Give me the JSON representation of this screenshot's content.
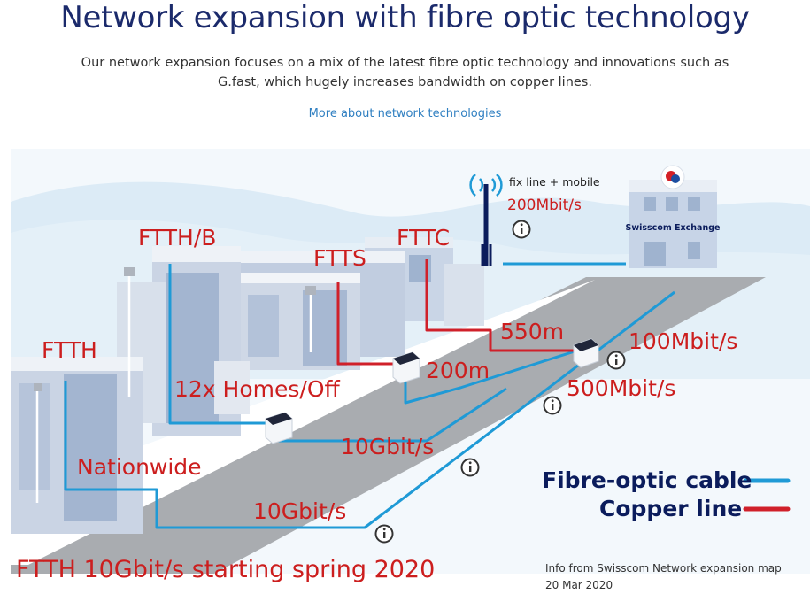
{
  "header": {
    "title": "Network expansion with fibre optic technology",
    "subtitle_line1": "Our network expansion focuses on a mix of the latest fibre optic technology and innovations such as",
    "subtitle_line2": "G.fast, which hugely increases bandwidth on copper lines.",
    "link": "More about network technologies"
  },
  "diagram": {
    "exchange_label": "Swisscom Exchange",
    "antenna_label": "fix line + mobile",
    "labels": {
      "ftth": "FTTH",
      "ftthb": "FTTH/B",
      "ftts": "FTTS",
      "fttc": "FTTC",
      "speed_mobile": "200Mbit/s",
      "dist_550": "550m",
      "dist_200": "200m",
      "speed_100": "100Mbit/s",
      "speed_500": "500Mbit/s",
      "homes": "12x Homes/Off",
      "speed_10g_a": "10Gbit/s",
      "speed_10g_b": "10Gbit/s",
      "nationwide": "Nationwide"
    }
  },
  "legend": {
    "fibre": "Fibre-optic cable",
    "copper": "Copper line",
    "fibre_color": "#1f9ad6",
    "copper_color": "#d0202a"
  },
  "footer": {
    "headline": "FTTH 10Gbit/s starting spring 2020",
    "source_line1": "Info from Swisscom Network expansion map",
    "source_line2": "20 Mar 2020"
  }
}
